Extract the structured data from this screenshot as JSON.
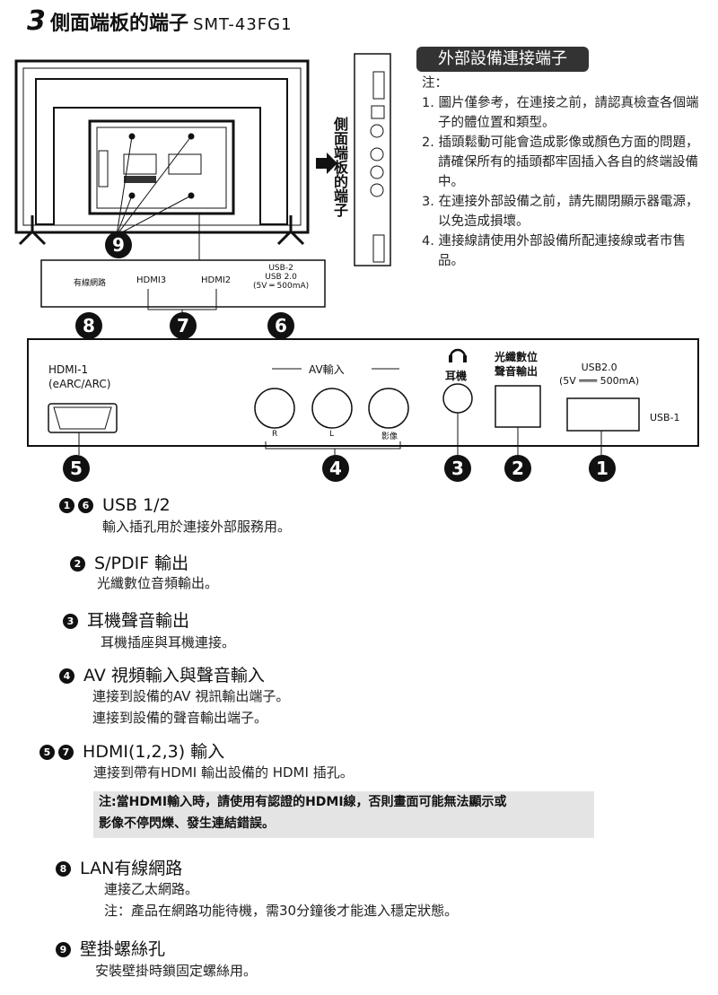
{
  "header": {
    "num": "3",
    "title": "側面端板的端子",
    "model": "SMT-43FG1"
  },
  "external": {
    "title": "外部設備連接端子",
    "note_label": "注：",
    "notes": [
      "1. 圖片僅參考，在連接之前，請認真檢查各個端子的體位置和類型。",
      "2. 插頭鬆動可能會造成影像或顏色方面的問題，請確保所有的插頭都牢固插入各自的終端設備中。",
      "3. 在連接外部設備之前，請先關閉顯示器電源，以免造成損壞。",
      "4. 連接線請使用外部設備所配連接線或者市售品。"
    ]
  },
  "side_label": "側面端板的端子",
  "badges": {
    "b1": "1",
    "b2": "2",
    "b3": "3",
    "b4": "4",
    "b5": "5",
    "b6": "6",
    "b7": "7",
    "b8": "8",
    "b9": "9"
  },
  "bottom_panel": {
    "lan": "有線網路",
    "hdmi3": "HDMI3",
    "hdmi2": "HDMI2",
    "usb2_line1": "USB-2",
    "usb2_line2": "USB 2.0",
    "usb2_line3": "(5V ═ 500mA)"
  },
  "side_panel": {
    "hdmi1_line1": "HDMI-1",
    "hdmi1_line2": "(eARC/ARC)",
    "av_label": "AV輸入",
    "r": "R",
    "l": "L",
    "video": "影像",
    "headphone": "耳機",
    "optical_line1": "光纖數位",
    "optical_line2": "聲音輸出",
    "usb_line1": "USB2.0",
    "usb_line2": "(5V ═══ 500mA)",
    "usb1": "USB-1"
  },
  "sections": [
    {
      "badges": "1 6",
      "title": "USB 1/2",
      "desc": [
        "輸入插孔用於連接外部服務用。"
      ]
    },
    {
      "badges": "2",
      "title": "S/PDIF 輸出",
      "desc": [
        "光纖數位音頻輸出。"
      ]
    },
    {
      "badges": "3",
      "title": "耳機聲音輸出",
      "desc": [
        "耳機插座與耳機連接。"
      ]
    },
    {
      "badges": "4",
      "title": "AV 視頻輸入與聲音輸入",
      "desc": [
        "連接到設備的AV 視訊輸出端子。",
        "連接到設備的聲音輸出端子。"
      ]
    },
    {
      "badges": "5 7",
      "title": "HDMI(1,2,3) 輸入",
      "desc": [
        "連接到帶有HDMI 輸出設備的 HDMI 插孔。"
      ]
    },
    {
      "badges": "8",
      "title": "LAN有線網路",
      "desc": [
        "連接乙太網路。",
        "注：產品在網路功能待機，需30分鐘後才能進入穩定狀態。"
      ]
    },
    {
      "badges": "9",
      "title": "壁掛螺絲孔",
      "desc": [
        "安裝壁掛時鎖固定螺絲用。"
      ]
    }
  ],
  "hdmi_note": [
    "注:當HDMI輸入時，請使用有認證的HDMI線，否則畫面可能無法顯示或",
    "影像不停閃爍、發生連結錯誤。"
  ]
}
